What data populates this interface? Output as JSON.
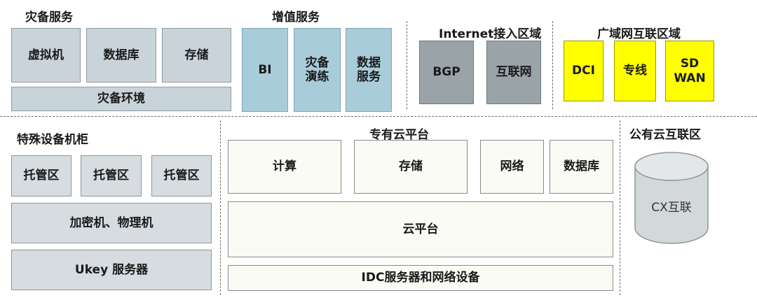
{
  "dr_services": {
    "title": "灾备服务",
    "vm": "虚拟机",
    "database": "数据库",
    "storage": "存储",
    "environment": "灾备环境"
  },
  "value_added": {
    "title": "增值服务",
    "bi": "BI",
    "dr_drill_l1": "灾备",
    "dr_drill_l2": "演练",
    "data_service_l1": "数据",
    "data_service_l2": "服务"
  },
  "internet_access": {
    "title": "Internet接入区域",
    "bgp": "BGP",
    "internet": "互联网"
  },
  "wan_zone": {
    "title": "广域网互联区域",
    "dci": "DCI",
    "leased_line": "专线",
    "sdwan_l1": "SD",
    "sdwan_l2": "WAN"
  },
  "special_cabinet": {
    "title": "特殊设备机柜",
    "hosting_1": "托管区",
    "hosting_2": "托管区",
    "hosting_3": "托管区",
    "crypto": "加密机、物理机",
    "ukey": "Ukey 服务器"
  },
  "private_cloud": {
    "title": "专有云平台",
    "compute": "计算",
    "storage": "存储",
    "network": "网络",
    "database": "数据库",
    "platform": "云平台",
    "idc": "IDC服务器和网络设备"
  },
  "public_cloud": {
    "title": "公有云互联区",
    "cx": "CX互联"
  },
  "colors": {
    "light_gray": "#c9d4da",
    "light_blue": "#a9ccda",
    "dark_gray": "#9aa3a8",
    "yellow": "#ffff00",
    "cream": "#fbfbf5"
  }
}
